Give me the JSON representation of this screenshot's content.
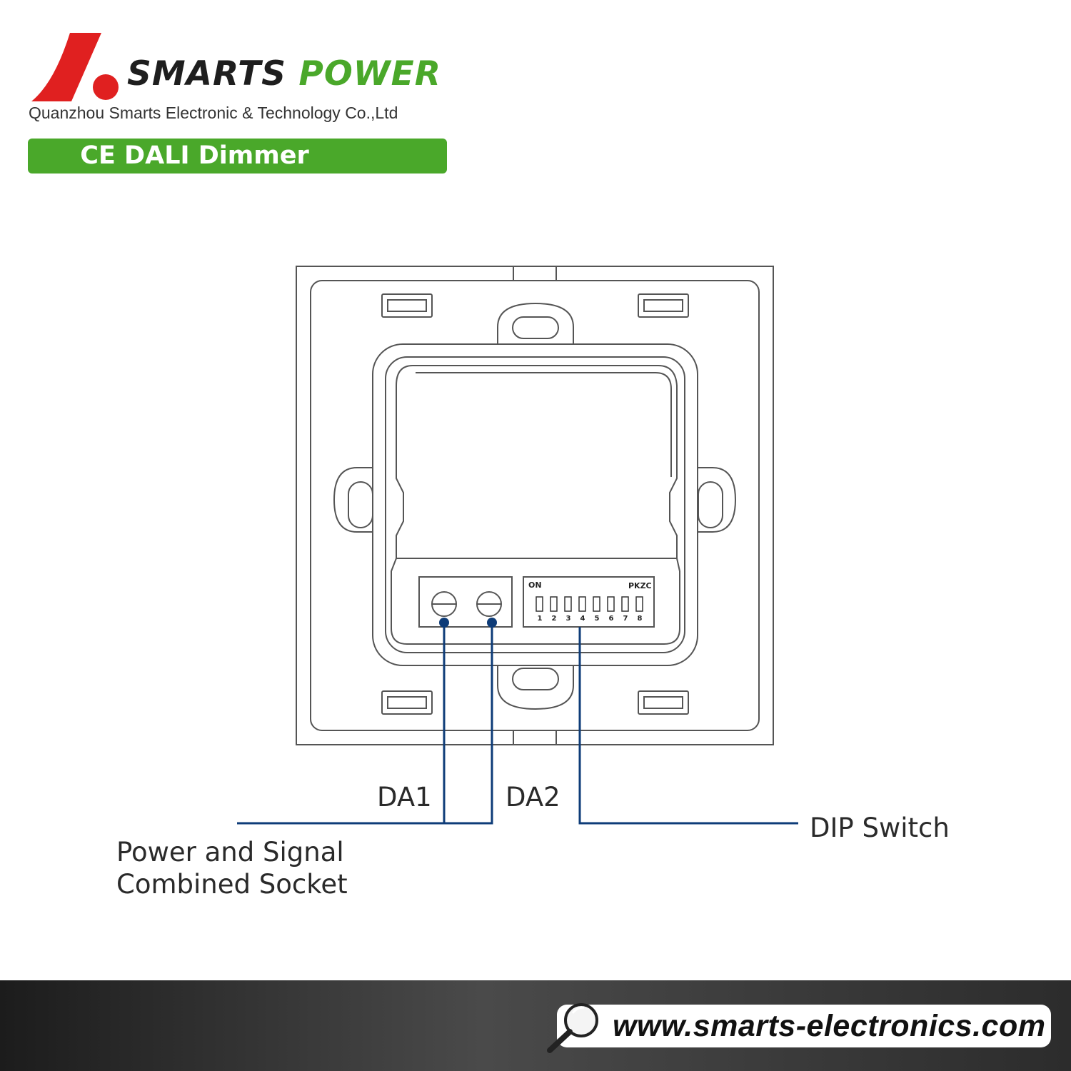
{
  "header": {
    "brand_word1": "SMARTS",
    "brand_word2": "POWER",
    "company": "Quanzhou Smarts Electronic & Technology Co.,Ltd",
    "product_title": "CE DALI Dimmer"
  },
  "diagram": {
    "dip_switch": {
      "on_label": "ON",
      "brand_label": "PKZC",
      "positions": [
        "1",
        "2",
        "3",
        "4",
        "5",
        "6",
        "7",
        "8"
      ]
    },
    "labels": {
      "da1": "DA1",
      "da2": "DA2",
      "dip_switch": "DIP Switch",
      "socket_line1": "Power and Signal",
      "socket_line2": "Combined Socket"
    }
  },
  "footer": {
    "website": "www.smarts-electronics.com"
  },
  "colors": {
    "brand_red": "#e02020",
    "brand_green": "#4aa82a",
    "callout_blue": "#0e3c78",
    "drawing_line": "#555555"
  },
  "icons": [
    "logo-mark-icon",
    "magnifier-icon"
  ]
}
